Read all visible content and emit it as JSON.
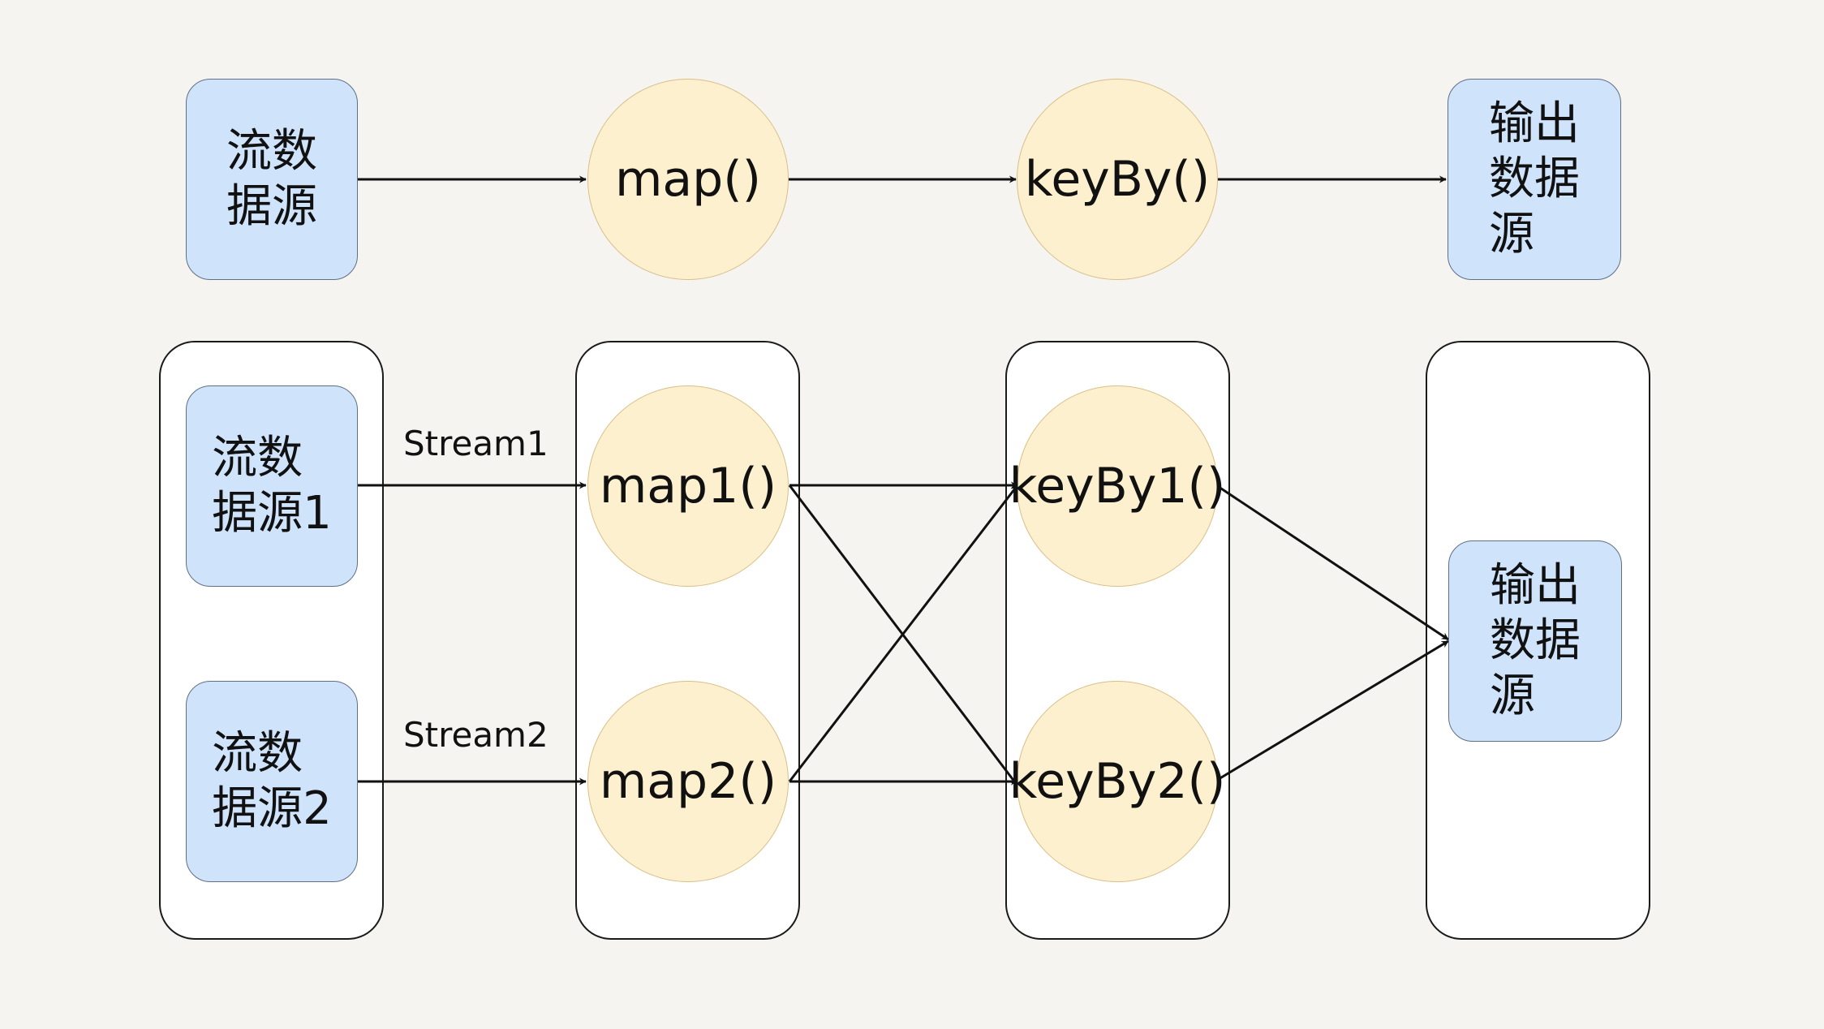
{
  "top_row": {
    "source": "流数\n据源",
    "map": "map()",
    "keyby": "keyBy()",
    "sink": "输出\n数据\n源"
  },
  "bottom_row": {
    "source1": "流数\n据源1",
    "source2": "流数\n据源2",
    "stream1_label": "Stream1",
    "stream2_label": "Stream2",
    "map1": "map1()",
    "map2": "map2()",
    "keyby1": "keyBy1()",
    "keyby2": "keyBy2()",
    "sink": "输出\n数据\n源"
  },
  "colors": {
    "source_fill": "#cfe3fb",
    "operator_fill": "#fdf0cf",
    "group_fill": "#ffffff",
    "background": "#f5f4f1",
    "edge": "#111111"
  }
}
